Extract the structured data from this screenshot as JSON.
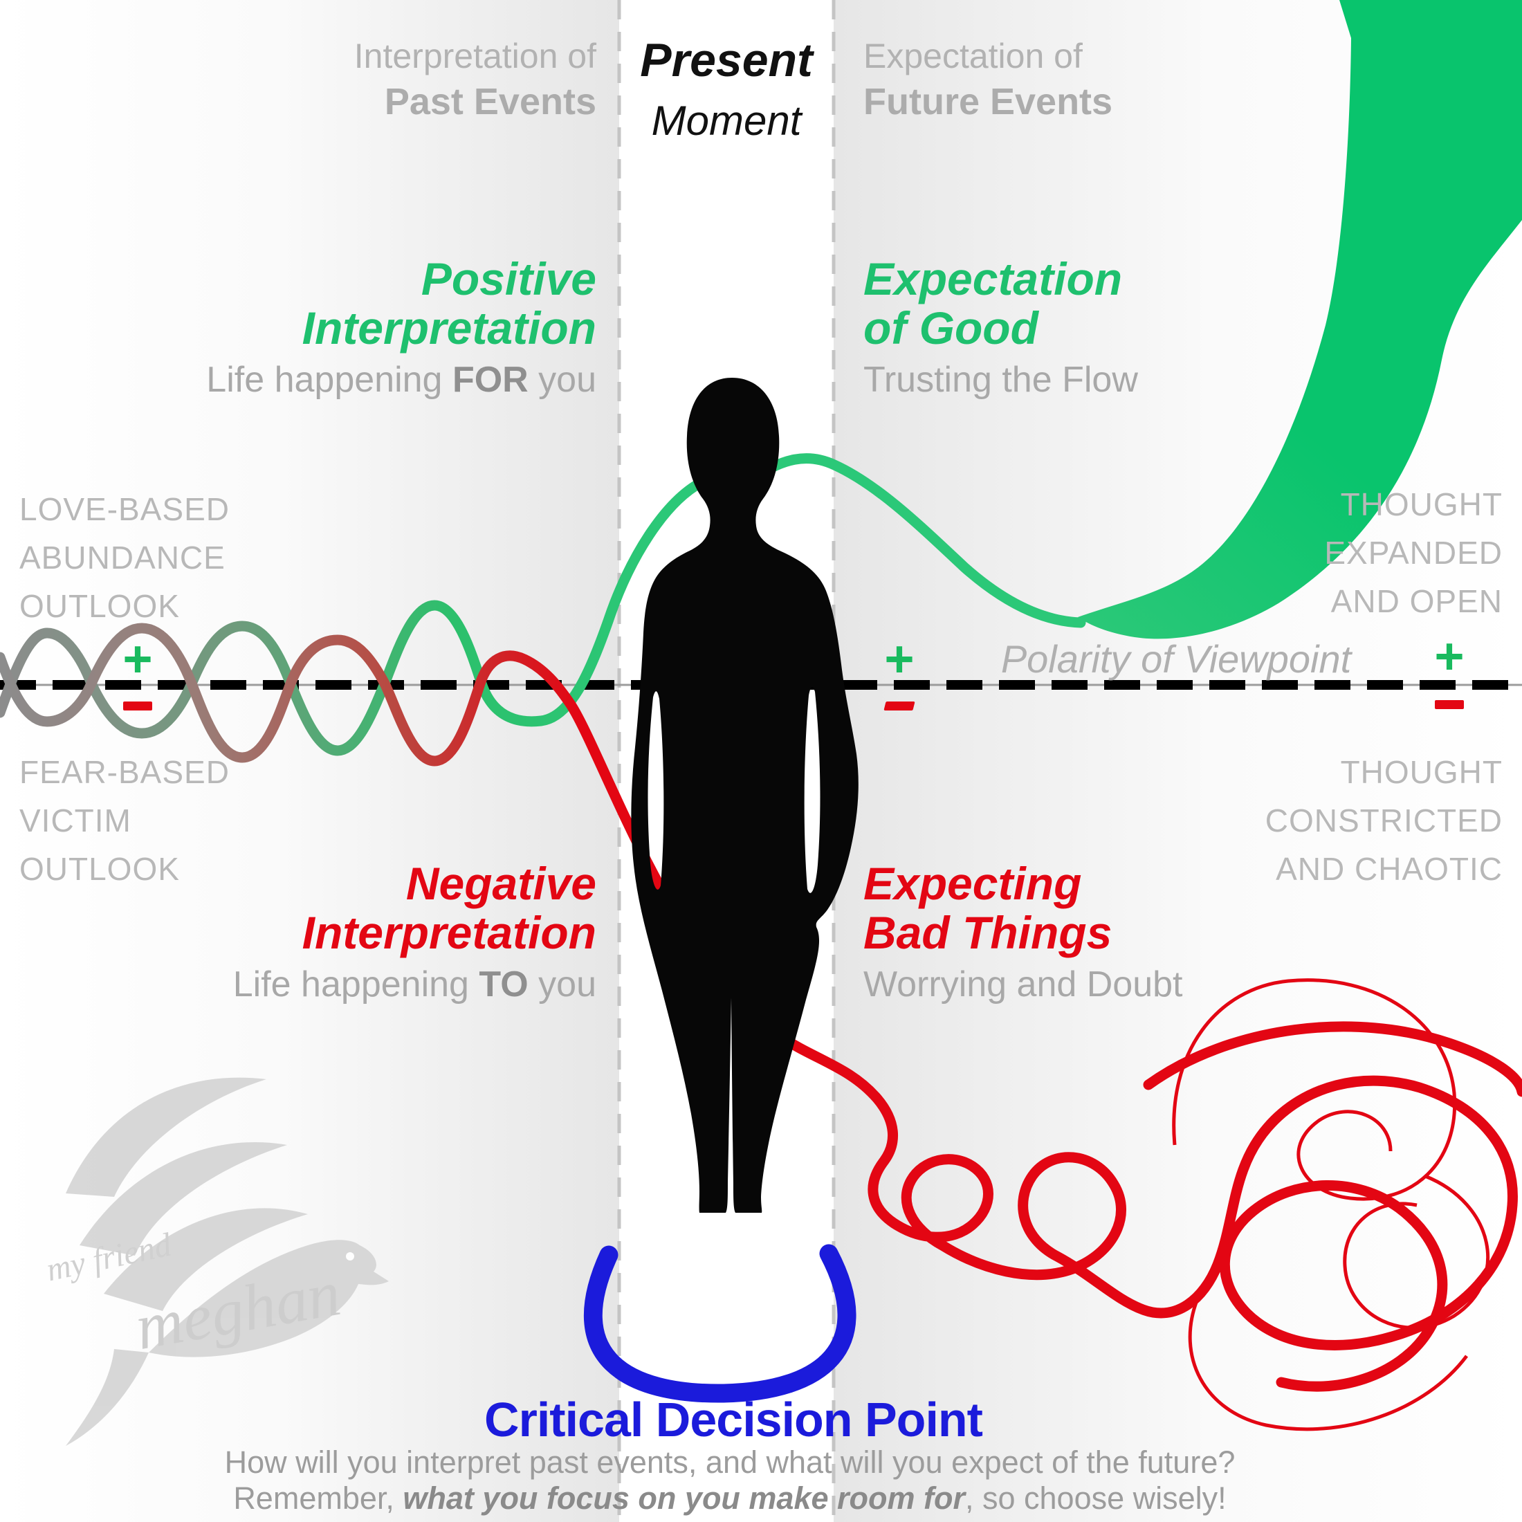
{
  "top": {
    "past": {
      "line1": "Interpretation of",
      "line2": "Past Events"
    },
    "present": {
      "line1": "Present",
      "line2": "Moment"
    },
    "future": {
      "line1": "Expectation of",
      "line2": "Future Events"
    }
  },
  "quadrants": {
    "past_positive": {
      "heading1": "Positive",
      "heading2": "Interpretation",
      "sub_pre": "Life happening ",
      "sub_em": "FOR",
      "sub_post": " you"
    },
    "future_positive": {
      "heading1": "Expectation",
      "heading2": "of Good",
      "sub": "Trusting the Flow"
    },
    "past_negative": {
      "heading1": "Negative",
      "heading2": "Interpretation",
      "sub_pre": "Life happening ",
      "sub_em": "TO",
      "sub_post": " you"
    },
    "future_negative": {
      "heading1": "Expecting",
      "heading2": "Bad Things",
      "sub": "Worrying and Doubt"
    }
  },
  "side_labels": {
    "love": [
      "LOVE-BASED",
      "ABUNDANCE",
      "OUTLOOK"
    ],
    "fear": [
      "FEAR-BASED",
      "VICTIM",
      "OUTLOOK"
    ],
    "expanded": [
      "THOUGHT",
      "EXPANDED",
      "AND OPEN"
    ],
    "constricted": [
      "THOUGHT",
      "CONSTRICTED",
      "AND CHAOTIC"
    ]
  },
  "axis": {
    "label": "Polarity of Viewpoint",
    "plus": "+",
    "minus": "-"
  },
  "decision": {
    "title": "Critical Decision Point",
    "line1": "How will you interpret past events, and what will you expect of the future?",
    "line2_pre": "Remember, ",
    "line2_em": "what you focus on you make room for",
    "line2_post": ", so choose wisely!"
  },
  "logo": {
    "line1": "my friend",
    "line2": "meghan"
  },
  "colors": {
    "green_text": "#1ec06e",
    "green_bright": "#2bc878",
    "green_mid": "#2cc06c",
    "ribbon_green": "#09c46d",
    "plus_green": "#19ba5e",
    "red": "#e30613",
    "dark_red": "#b84a42",
    "mauve": "#9b7a74",
    "sage": "#6e9b7c",
    "wave_gray": "#8c8c8c",
    "blue": "#1b1bdb",
    "gray_heading": "#b2b2b2",
    "gray_sub": "#a8a8a8",
    "gray_side": "#b8b8b8",
    "gray_paragraph": "#9c9c9c",
    "figure_black": "#070707",
    "logo_gray": "#d6d6d6",
    "guide_dash_gray": "#c4c4c4",
    "axis_line_gray": "#9c9c9c",
    "axis_dash_black": "#000000"
  }
}
